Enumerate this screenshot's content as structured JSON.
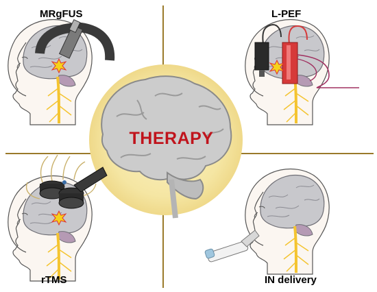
{
  "center": {
    "title": "THERAPY",
    "title_color": "#c0141c",
    "glow_color": "#f5e6a3"
  },
  "quadrants": {
    "top_left": {
      "label": "MRgFUS"
    },
    "top_right": {
      "label": "L-PEF"
    },
    "bottom_left": {
      "label": "rTMS"
    },
    "bottom_right": {
      "label": "IN delivery"
    }
  },
  "colors": {
    "divider": "#9a7a2a",
    "brain": "#c8c8cc",
    "nerve": "#f4c430",
    "electrode_black": "#2a2a2a",
    "electrode_red": "#d63a3a",
    "spark": "#f6d21a"
  },
  "icons": [
    "brain-icon",
    "head-profile-icon",
    "ultrasound-transducer-icon",
    "electrode-icon",
    "magnetic-coil-icon",
    "nasal-inhaler-icon",
    "spark-icon"
  ]
}
